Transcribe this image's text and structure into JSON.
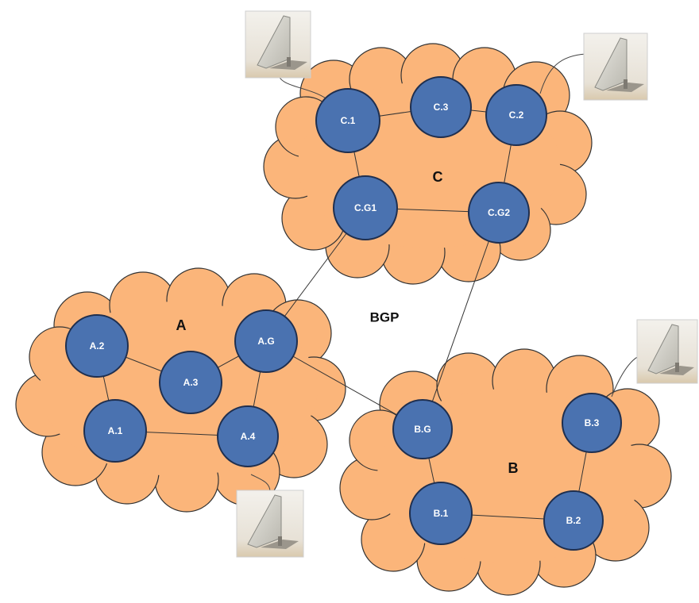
{
  "bgp_label": "BGP",
  "clouds": [
    {
      "id": "C",
      "label": "C"
    },
    {
      "id": "A",
      "label": "A"
    },
    {
      "id": "B",
      "label": "B"
    }
  ],
  "routers": [
    {
      "id": "C1",
      "label": "C.1"
    },
    {
      "id": "C3",
      "label": "C.3"
    },
    {
      "id": "C2",
      "label": "C.2"
    },
    {
      "id": "CG1",
      "label": "C.G1"
    },
    {
      "id": "CG2",
      "label": "C.G2"
    },
    {
      "id": "A2",
      "label": "A.2"
    },
    {
      "id": "A3",
      "label": "A.3"
    },
    {
      "id": "AG",
      "label": "A.G"
    },
    {
      "id": "A1",
      "label": "A.1"
    },
    {
      "id": "A4",
      "label": "A.4"
    },
    {
      "id": "BG",
      "label": "B.G"
    },
    {
      "id": "B3",
      "label": "B.3"
    },
    {
      "id": "B1",
      "label": "B.1"
    },
    {
      "id": "B2",
      "label": "B.2"
    }
  ],
  "links": [
    [
      "C1",
      "C3"
    ],
    [
      "C3",
      "C2"
    ],
    [
      "C1",
      "CG1"
    ],
    [
      "CG1",
      "CG2"
    ],
    [
      "C2",
      "CG2"
    ],
    [
      "A2",
      "A3"
    ],
    [
      "A3",
      "AG"
    ],
    [
      "A2",
      "A1"
    ],
    [
      "A1",
      "A4"
    ],
    [
      "AG",
      "A4"
    ],
    [
      "BG",
      "B1"
    ],
    [
      "B1",
      "B2"
    ],
    [
      "B3",
      "B2"
    ],
    [
      "CG1",
      "AG"
    ],
    [
      "CG2",
      "BG"
    ],
    [
      "AG",
      "BG"
    ]
  ],
  "hosts": [
    {
      "id": "host-c1",
      "attached_to": "C1"
    },
    {
      "id": "host-c2",
      "attached_to": "C2"
    },
    {
      "id": "host-b3",
      "attached_to": "B3"
    },
    {
      "id": "host-a4",
      "attached_to": "A4"
    }
  ],
  "colors": {
    "cloud_fill": "#FBB57A",
    "router_fill": "#4A72B0",
    "router_stroke": "#1F2F4F"
  }
}
